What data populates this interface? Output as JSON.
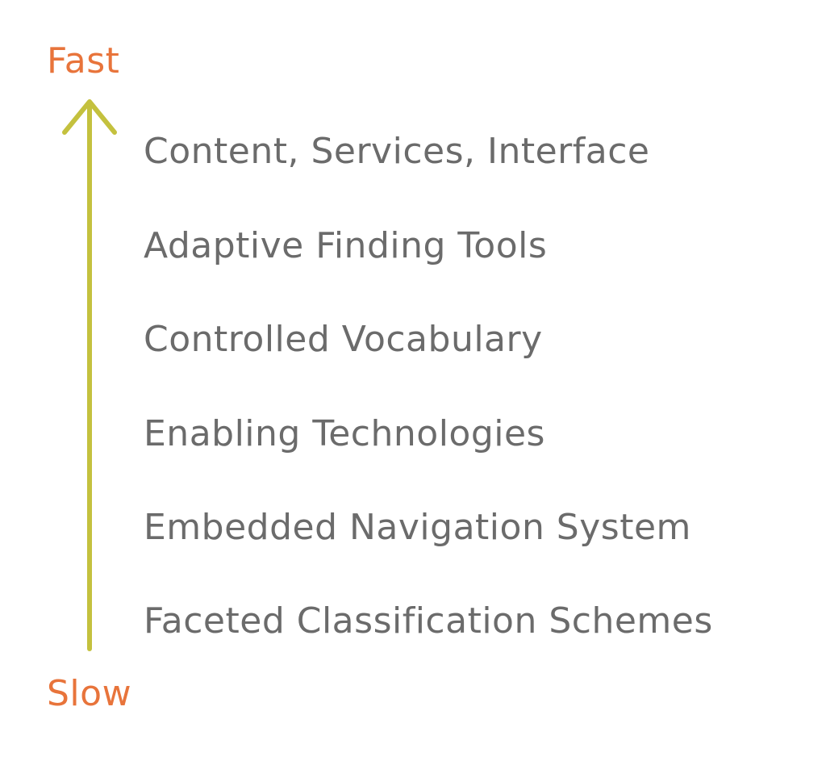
{
  "colors": {
    "endpoint_text": "#e8743b",
    "arrow": "#c4c13e",
    "layer_text": "#6b6b6b"
  },
  "labels": {
    "fast": "Fast",
    "slow": "Slow"
  },
  "layers": [
    "Content, Services, Interface",
    "Adaptive Finding Tools",
    "Controlled Vocabulary",
    "Enabling Technologies",
    "Embedded Navigation System",
    "Faceted Classification Schemes"
  ]
}
